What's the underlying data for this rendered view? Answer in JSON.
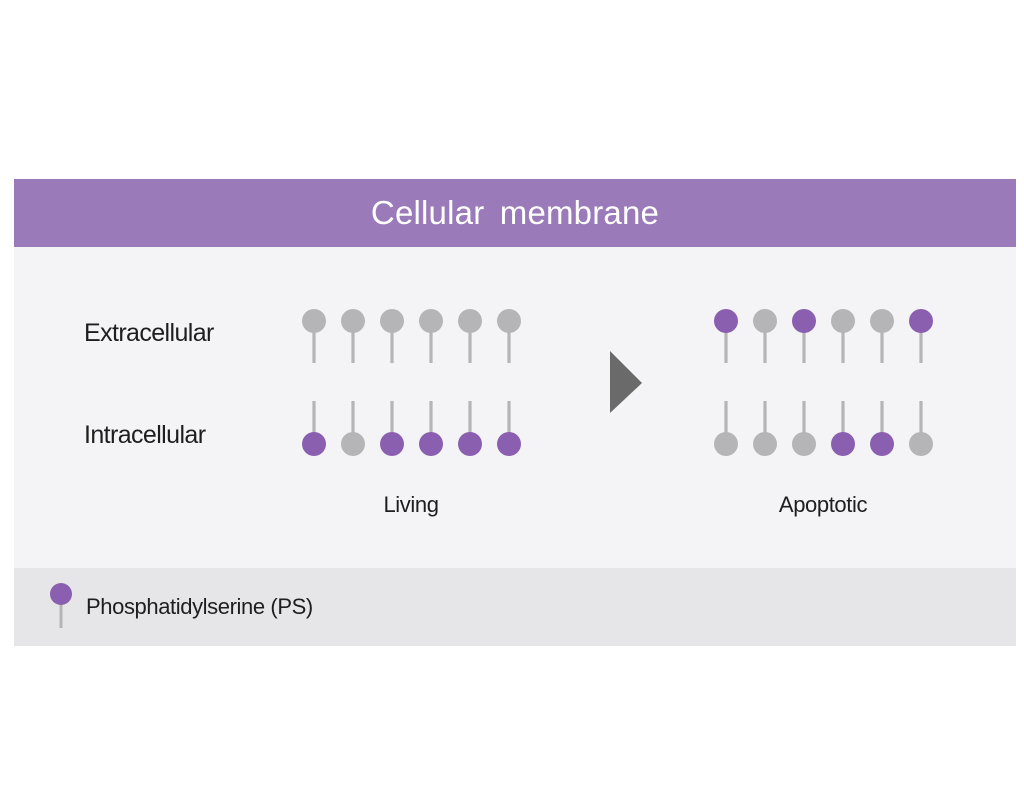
{
  "header": {
    "title": "Cellular membrane"
  },
  "labels": {
    "extracellular": "Extracellular",
    "intracellular": "Intracellular"
  },
  "states": [
    {
      "name": "Living",
      "outer_leaflet": [
        "other",
        "other",
        "other",
        "other",
        "other",
        "other"
      ],
      "inner_leaflet": [
        "ps",
        "other",
        "ps",
        "ps",
        "ps",
        "ps"
      ]
    },
    {
      "name": "Apoptotic",
      "outer_leaflet": [
        "ps",
        "other",
        "ps",
        "other",
        "other",
        "ps"
      ],
      "inner_leaflet": [
        "other",
        "other",
        "other",
        "ps",
        "ps",
        "other"
      ]
    }
  ],
  "transition_icon": "right-arrow-triangle-icon",
  "legend": {
    "label": "Phosphatidylserine (PS)",
    "icon": "ps-lipid-icon"
  },
  "colors": {
    "header": "#9b7ab9",
    "ps": "#8b5fb0",
    "other": "#b5b5b8",
    "tail": "#b5b5b8",
    "arrow": "#6a6a6a"
  }
}
